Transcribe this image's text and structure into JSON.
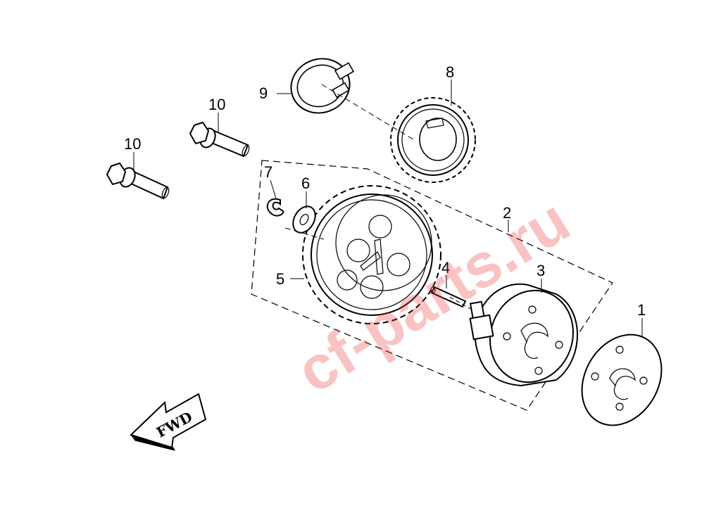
{
  "diagram": {
    "callouts": {
      "p1": "1",
      "p2": "2",
      "p3": "3",
      "p4": "4",
      "p5": "5",
      "p6": "6",
      "p7": "7",
      "p8": "8",
      "p9": "9",
      "p10a": "10",
      "p10b": "10"
    },
    "direction_label": "FWD",
    "watermark": "cf-parts.ru",
    "watermark_color": "#e8262b"
  }
}
